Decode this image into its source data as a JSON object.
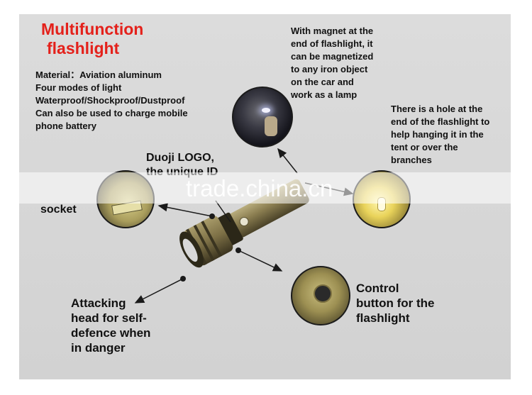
{
  "title": {
    "line1": "Multifunction",
    "line2": "flashlight"
  },
  "specs": [
    "Material：Aviation aluminum",
    "Four modes of light",
    "Waterproof/Shockproof/Dustproof",
    "Can also be used to charge mobile",
    "phone battery"
  ],
  "magnet": [
    "With magnet at the",
    "end of flashlight, it",
    "can be magnetized",
    "to any iron object",
    "on the car and",
    "work as a lamp"
  ],
  "hole": [
    "There is a hole at the",
    "end of the flashlight to",
    "help hanging it  in the",
    "tent or over the",
    "branches"
  ],
  "logo": [
    "Duoji LOGO,",
    "the unique ID"
  ],
  "socket": "socket",
  "attack": [
    "Attacking",
    "head for self-",
    "defence when",
    "in danger"
  ],
  "control": [
    "Control",
    "button for the",
    "flashlight"
  ],
  "watermark": "trade.china.cn",
  "colors": {
    "title": "#e4211b",
    "body": "#d6d6d6",
    "flashlight": "#7a6d45"
  }
}
